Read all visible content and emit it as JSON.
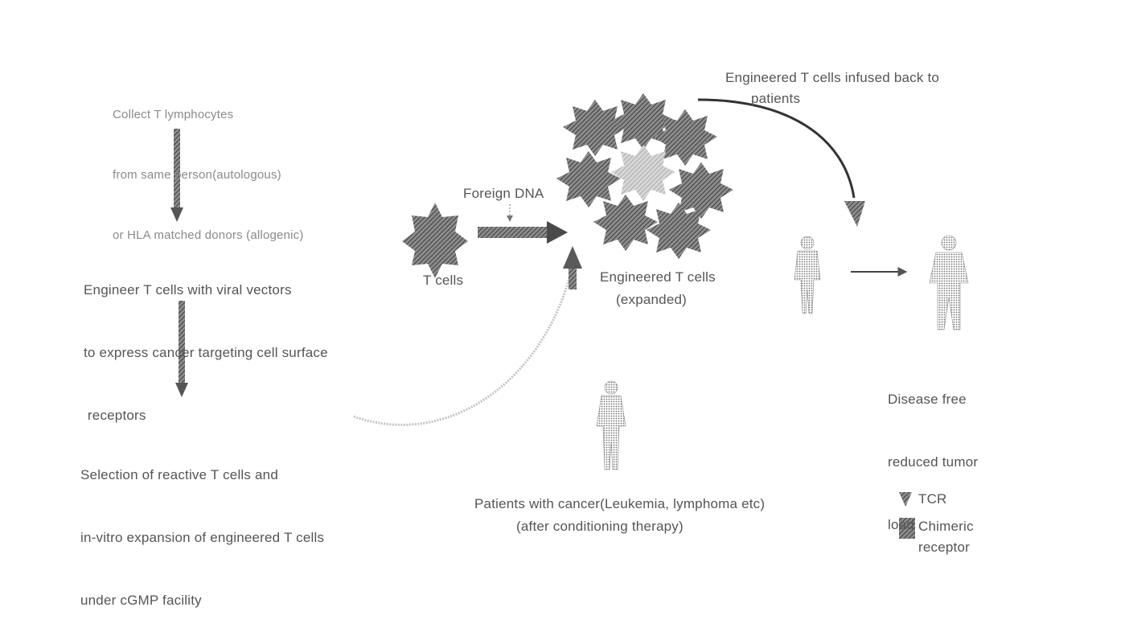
{
  "steps": {
    "collect": {
      "lines": [
        "Collect T lymphocytes",
        "from same person(autologous)",
        "or HLA matched donors (allogenic)"
      ]
    },
    "engineer": {
      "lines": [
        "Engineer T cells with viral vectors",
        "to express cancer targeting cell surface",
        " receptors"
      ]
    },
    "selection": {
      "lines": [
        "Selection of reactive T cells and",
        "in-vitro expansion of engineered T cells",
        "under cGMP facility"
      ]
    }
  },
  "labels": {
    "foreign_dna": "Foreign DNA",
    "t_cells": "T cells",
    "engineered_line1": "Engineered T cells",
    "engineered_line2": "(expanded)",
    "infused_line1": "Engineered T cells infused back to",
    "infused_line2": "patients",
    "disease_free_lines": [
      "Disease free",
      "reduced tumor",
      "load"
    ],
    "patients_line1": "Patients with cancer(Leukemia, lymphoma etc)",
    "patients_line2": "(after conditioning therapy)"
  },
  "legend": {
    "tcr": "TCR",
    "chimeric_line1": "Chimeric",
    "chimeric_line2": "receptor"
  },
  "colors": {
    "cell_fill": "#6e6e6e",
    "arrow_dark": "#4a4a4a",
    "arrow_light": "#b8b8b8",
    "text": "#555555"
  }
}
